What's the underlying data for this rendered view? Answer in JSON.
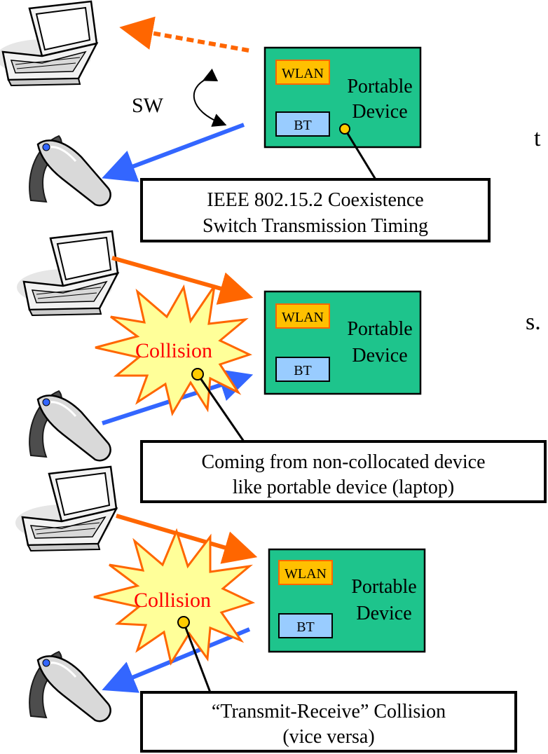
{
  "panels": [
    {
      "wlan": "WLAN",
      "bt": "BT",
      "device_line1": "Portable",
      "device_line2": "Device",
      "sw": "SW",
      "callout_line1": "IEEE 802.15.2 Coexistence",
      "callout_line2": "Switch Transmission Timing"
    },
    {
      "wlan": "WLAN",
      "bt": "BT",
      "device_line1": "Portable",
      "device_line2": "Device",
      "collision": "Collision",
      "callout_line1": "Coming from non-collocated device",
      "callout_line2": "like portable device (laptop)"
    },
    {
      "wlan": "WLAN",
      "bt": "BT",
      "device_line1": "Portable",
      "device_line2": "Device",
      "collision": "Collision",
      "callout_line1": "“Transmit-Receive” Collision",
      "callout_line2": "(vice versa)"
    }
  ],
  "edge_fragments": [
    "t",
    "s."
  ],
  "colors": {
    "device_fill": "#1ec48c",
    "wlan_fill": "#ffc000",
    "bt_fill": "#99ccff",
    "orange_arrow": "#ff6600",
    "blue_arrow": "#3366ff",
    "burst_fill": "#ffff99",
    "burst_stroke": "#ff6600",
    "collision_text": "#ff0000"
  },
  "icons": [
    "laptop-icon",
    "headset-icon"
  ]
}
